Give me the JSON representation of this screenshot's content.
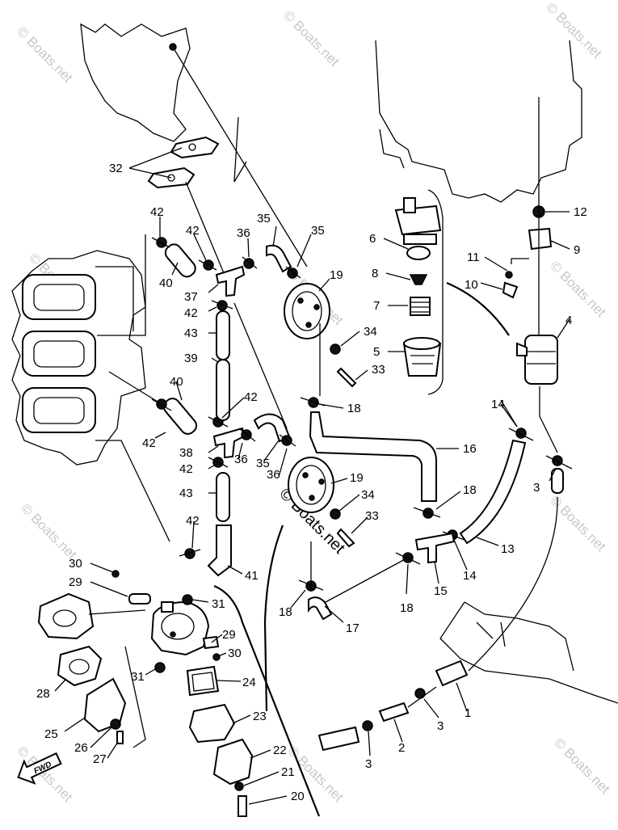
{
  "watermark": {
    "text": "© Boats.net",
    "center_text": "© Boats.net"
  },
  "fwd_label": "FWD",
  "callouts": [
    "32",
    "35",
    "35",
    "36",
    "42",
    "42",
    "40",
    "37",
    "42",
    "43",
    "39",
    "40",
    "42",
    "42",
    "38",
    "42",
    "36",
    "35",
    "36",
    "43",
    "42",
    "41",
    "19",
    "34",
    "33",
    "18",
    "19",
    "34",
    "33",
    "18",
    "16",
    "18",
    "13",
    "14",
    "15",
    "18",
    "17",
    "6",
    "8",
    "7",
    "5",
    "12",
    "11",
    "10",
    "9",
    "4",
    "14",
    "3",
    "30",
    "29",
    "31",
    "29",
    "30",
    "31",
    "24",
    "28",
    "23",
    "25",
    "26",
    "27",
    "22",
    "21",
    "20",
    "3",
    "2",
    "3",
    "1"
  ]
}
